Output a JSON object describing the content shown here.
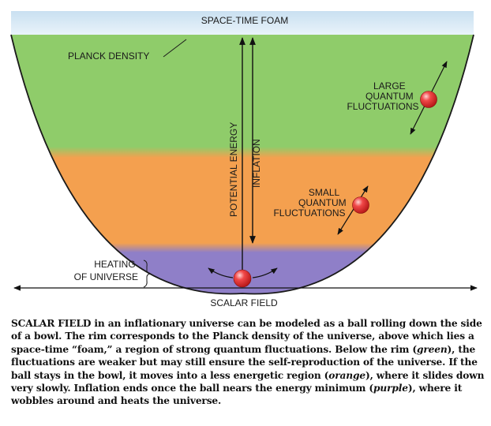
{
  "diagram": {
    "top_label": "SPACE-TIME FOAM",
    "planck_label": "PLANCK DENSITY",
    "large_fluct": [
      "LARGE",
      "QUANTUM",
      "FLUCTUATIONS"
    ],
    "small_fluct": [
      "SMALL",
      "QUANTUM",
      "FLUCTUATIONS"
    ],
    "heating": [
      "HEATING",
      "OF UNIVERSE"
    ],
    "potential_label": "POTENTIAL ENERGY",
    "inflation_label": "INFLATION",
    "x_axis_label": "SCALAR FIELD",
    "colors": {
      "foam": "#dcecf7",
      "green": "#8fcc6a",
      "orange": "#f4a04f",
      "purple": "#8f7fc8",
      "ball": "#e32a2a"
    }
  },
  "caption": {
    "lead": "SCALAR FIELD",
    "t1": " in an inflationary universe can be modeled as a ball rolling down the side of a bowl. The rim corresponds to the Planck density of the universe, above which lies a space-time “foam,” a region of strong quantum fluctuations. Below the rim (",
    "green": "green",
    "t2": "), the fluctuations are weaker but may still ensure the self-reproduction of the universe. If the ball stays in the bowl, it moves into a less energetic region (",
    "orange": "orange",
    "t3": "), where it slides down very slowly. Inflation ends once the ball nears the energy minimum (",
    "purple": "purple",
    "t4": "), where it wobbles around and heats the universe."
  }
}
